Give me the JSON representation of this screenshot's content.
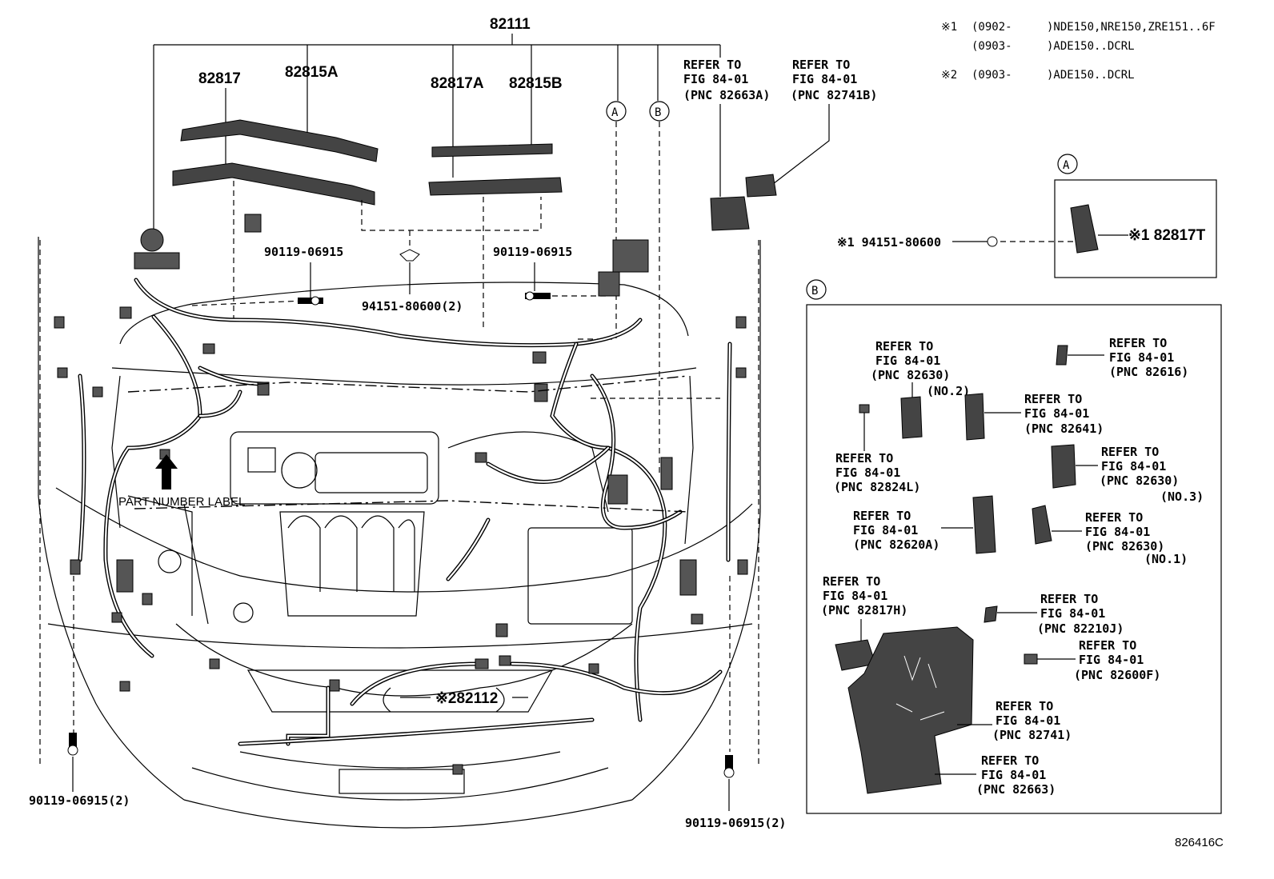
{
  "diagram": {
    "top_part": "82111",
    "clips": [
      "82817",
      "82815A",
      "82817A",
      "82815B"
    ],
    "callout_a": "A",
    "callout_b": "B",
    "bolt_center_left": "90119-06915",
    "bolt_center_right": "90119-06915",
    "clip_center": "94151-80600(2)",
    "bolt_bottom_left": "90119-06915(2)",
    "bolt_bottom_right": "90119-06915(2)",
    "part_number_label": "PART NUMBER LABEL",
    "sub_harness": "※282112",
    "figure_code": "826416C"
  },
  "top_refs": [
    {
      "refer": "REFER TO",
      "fig": "FIG 84-01",
      "pnc": "(PNC 82663A)"
    },
    {
      "refer": "REFER TO",
      "fig": "FIG 84-01",
      "pnc": "(PNC 82741B)"
    }
  ],
  "notes": [
    {
      "mark": "※1",
      "range": "(0902-",
      "models": ")NDE150,NRE150,ZRE151..6F"
    },
    {
      "mark": "",
      "range": "(0903-",
      "models": ")ADE150..DCRL"
    },
    {
      "mark": "※2",
      "range": "(0903-",
      "models": ")ADE150..DCRL"
    }
  ],
  "detail_a": {
    "label": "A",
    "clip_part": "※1 94151-80600",
    "bracket_part": "※1 82817T"
  },
  "detail_b": {
    "label": "B",
    "refs": [
      {
        "refer": "REFER TO",
        "fig": "FIG 84-01",
        "pnc": "(PNC 82630)",
        "extra": "(NO.2)"
      },
      {
        "refer": "REFER TO",
        "fig": "FIG 84-01",
        "pnc": "(PNC 82616)",
        "extra": ""
      },
      {
        "refer": "REFER TO",
        "fig": "FIG 84-01",
        "pnc": "(PNC 82641)",
        "extra": ""
      },
      {
        "refer": "REFER TO",
        "fig": "FIG 84-01",
        "pnc": "(PNC 82824L)",
        "extra": ""
      },
      {
        "refer": "REFER TO",
        "fig": "FIG 84-01",
        "pnc": "(PNC 82630)",
        "extra": "(NO.3)"
      },
      {
        "refer": "REFER TO",
        "fig": "FIG 84-01",
        "pnc": "(PNC 82620A)",
        "extra": ""
      },
      {
        "refer": "REFER TO",
        "fig": "FIG 84-01",
        "pnc": "(PNC 82630)",
        "extra": "(NO.1)"
      },
      {
        "refer": "REFER TO",
        "fig": "FIG 84-01",
        "pnc": "(PNC 82817H)",
        "extra": ""
      },
      {
        "refer": "REFER TO",
        "fig": "FIG 84-01",
        "pnc": "(PNC 82210J)",
        "extra": ""
      },
      {
        "refer": "REFER TO",
        "fig": "FIG 84-01",
        "pnc": "(PNC 82600F)",
        "extra": ""
      },
      {
        "refer": "REFER TO",
        "fig": "FIG 84-01",
        "pnc": "(PNC 82741)",
        "extra": ""
      },
      {
        "refer": "REFER TO",
        "fig": "FIG 84-01",
        "pnc": "(PNC 82663)",
        "extra": ""
      }
    ]
  }
}
